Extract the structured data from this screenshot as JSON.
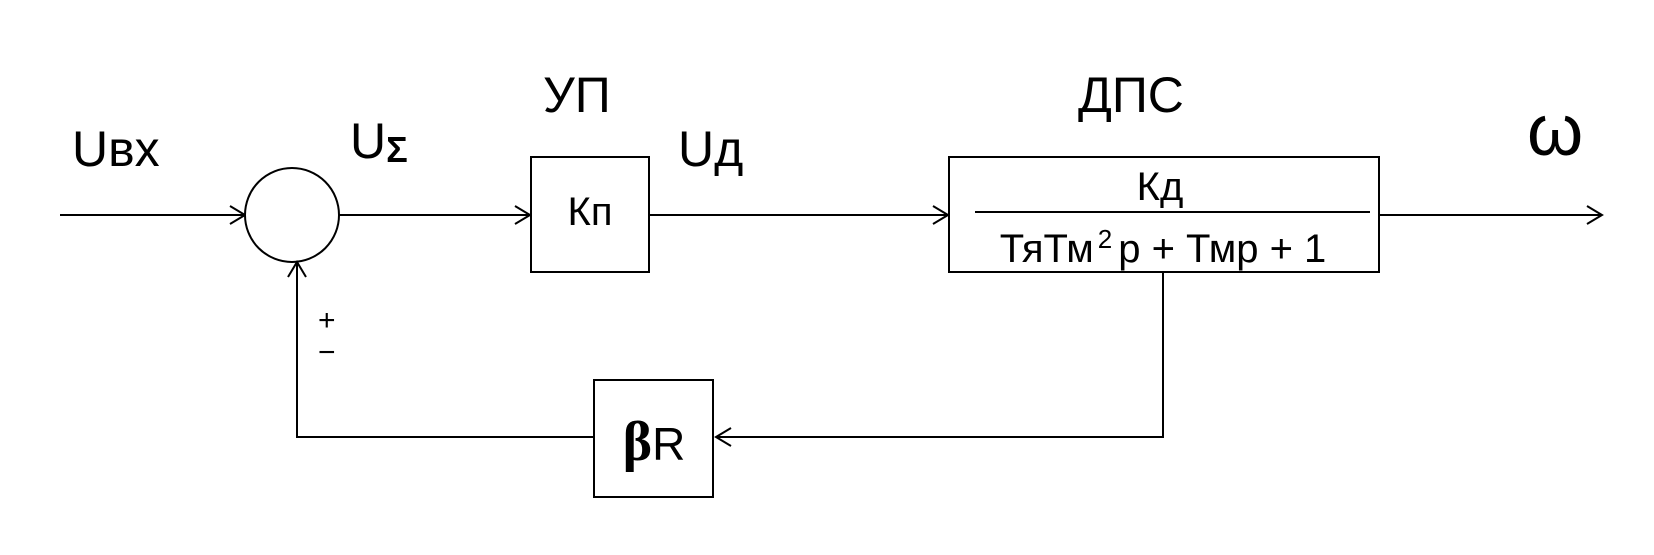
{
  "signals": {
    "input": "Uвх",
    "sum_u": "U",
    "sum_sigma": "Σ",
    "motor_voltage": "Uд",
    "output": "ω"
  },
  "blocks": {
    "converter": {
      "title": "УП",
      "gain": "Кп"
    },
    "motor": {
      "title": "ДПС",
      "numerator": "Кд",
      "denominator": {
        "t1": "ТяТм",
        "sup": "2",
        "t2": "р + Тмр + 1"
      }
    },
    "feedback": {
      "beta": "β",
      "r": "R"
    }
  },
  "summing_junction": {
    "sign_plus": "+",
    "sign_minus": "−"
  }
}
